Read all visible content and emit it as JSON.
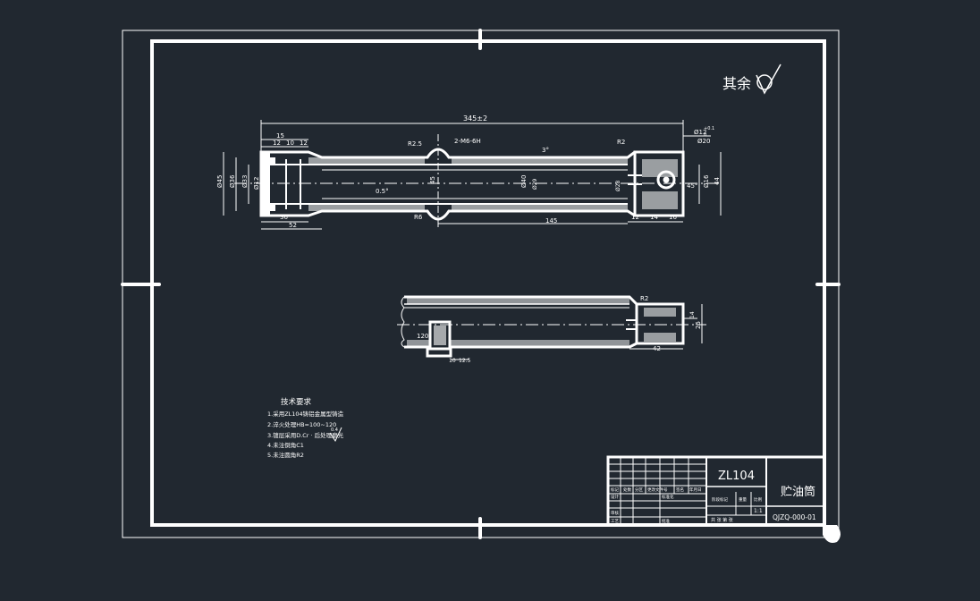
{
  "drawing": {
    "surface_symbol_label": "其余",
    "main_view": {
      "overall_length": "345±2",
      "dims_top": [
        "15",
        "12",
        "10",
        "12"
      ],
      "radius_left": "R2.5",
      "thread_note": "2-M6-6H",
      "slope_note": "3°",
      "radius_right": "R2",
      "tolerance_note": "Ø12",
      "tolerance_sup": "+0.1",
      "tolerance_sub": "0",
      "dia_right": "Ø20",
      "dia_outer": "Ø45",
      "dia_36": "Ø36",
      "dia_33": "Ø33",
      "dia_inner": "Ø12",
      "slope_inner": "0.5°",
      "center_dim": "45",
      "dia_mid": "Ø40",
      "dia_mid2": "Ø29",
      "dia_hole": "Ø28",
      "dia_16": "Ø16",
      "width_44": "44",
      "angle_45": "45°",
      "radius_bottom": "R6",
      "dim_36": "36",
      "dim_52": "52",
      "dim_145": "145",
      "dim_12": "12",
      "dim_14": "14",
      "dim_16": "16"
    },
    "section_view": {
      "radius": "R2",
      "dim_120": "120",
      "dim_42": "42",
      "dim_25": "25",
      "dim_10": "10",
      "dim_12_5": "12.5",
      "dim_14": "14"
    },
    "tech_requirements": {
      "title": "技术要求",
      "items": [
        "1.采用ZL104铸铝金属型铸造",
        "2.淬火处理HB=100~120",
        "3.镀层采用D.Cr · 后处理磨光",
        "4.未注倒角C1",
        "5.未注圆角R2"
      ],
      "roughness_value": "0.4"
    },
    "title_block": {
      "material": "ZL104",
      "part_name": "贮油筒",
      "drawing_number": "QJZQ-000-01",
      "scale": "1:1",
      "header_cells": [
        "标记",
        "处数",
        "分区",
        "更改文件号",
        "签名",
        "年月日"
      ],
      "stage_label": "阶段标记",
      "weight_label": "重量",
      "scale_label": "比例",
      "design_label": "设计",
      "std_label": "标准化",
      "review_label": "审核",
      "process_label": "工艺",
      "approve_label": "批准",
      "sheet_note": "共 张 第 张"
    }
  }
}
